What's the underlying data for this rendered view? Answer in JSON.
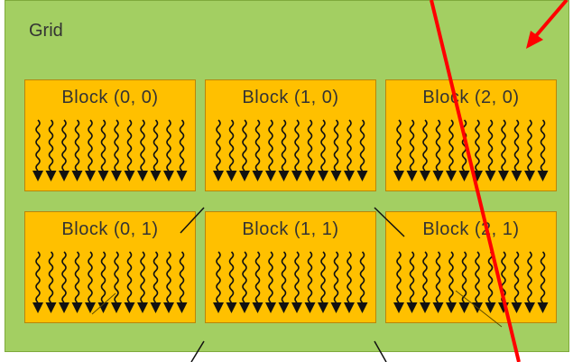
{
  "colors": {
    "grid_fill": "#a3cf62",
    "block_fill": "#ffc000",
    "thread_stroke": "#111111",
    "annotation_red": "#ff0000"
  },
  "grid": {
    "label": "Grid"
  },
  "blocks": [
    {
      "label": "Block (0, 0)",
      "col": 0,
      "row": 0
    },
    {
      "label": "Block (1, 0)",
      "col": 1,
      "row": 0
    },
    {
      "label": "Block (2, 0)",
      "col": 2,
      "row": 0
    },
    {
      "label": "Block (0, 1)",
      "col": 0,
      "row": 1
    },
    {
      "label": "Block (1, 1)",
      "col": 1,
      "row": 1
    },
    {
      "label": "Block (2, 1)",
      "col": 2,
      "row": 1
    }
  ],
  "threads_per_block": 12,
  "icons": [
    "wavy-thread-icon",
    "red-arrow-icon"
  ]
}
